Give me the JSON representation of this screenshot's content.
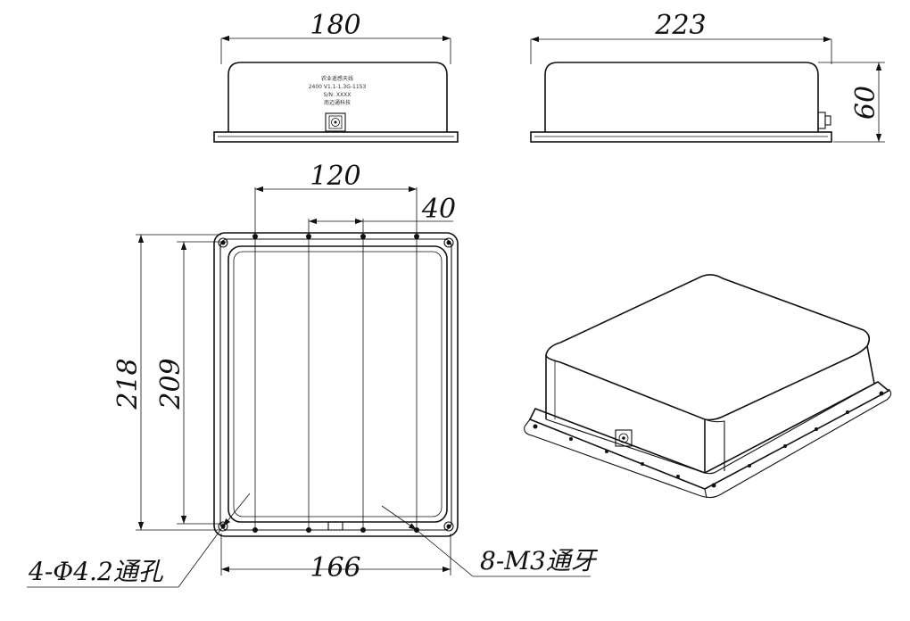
{
  "dimensions": {
    "front_width": "180",
    "side_width": "223",
    "height": "60",
    "hole_span": "120",
    "hole_pitch": "40",
    "outer_length": "218",
    "inner_length": "209",
    "inner_width": "166"
  },
  "callouts": {
    "through_holes": "4-Φ4.2通孔",
    "threaded_holes": "8-M3通牙"
  },
  "nameplate": {
    "line1": "农业遥感天线",
    "line2": "2400 V1.1-1.3G-1153",
    "line3": "S/N: XXXX",
    "line4": "南迈通科技"
  },
  "colors": {
    "line": "#111111",
    "background": "#ffffff"
  }
}
